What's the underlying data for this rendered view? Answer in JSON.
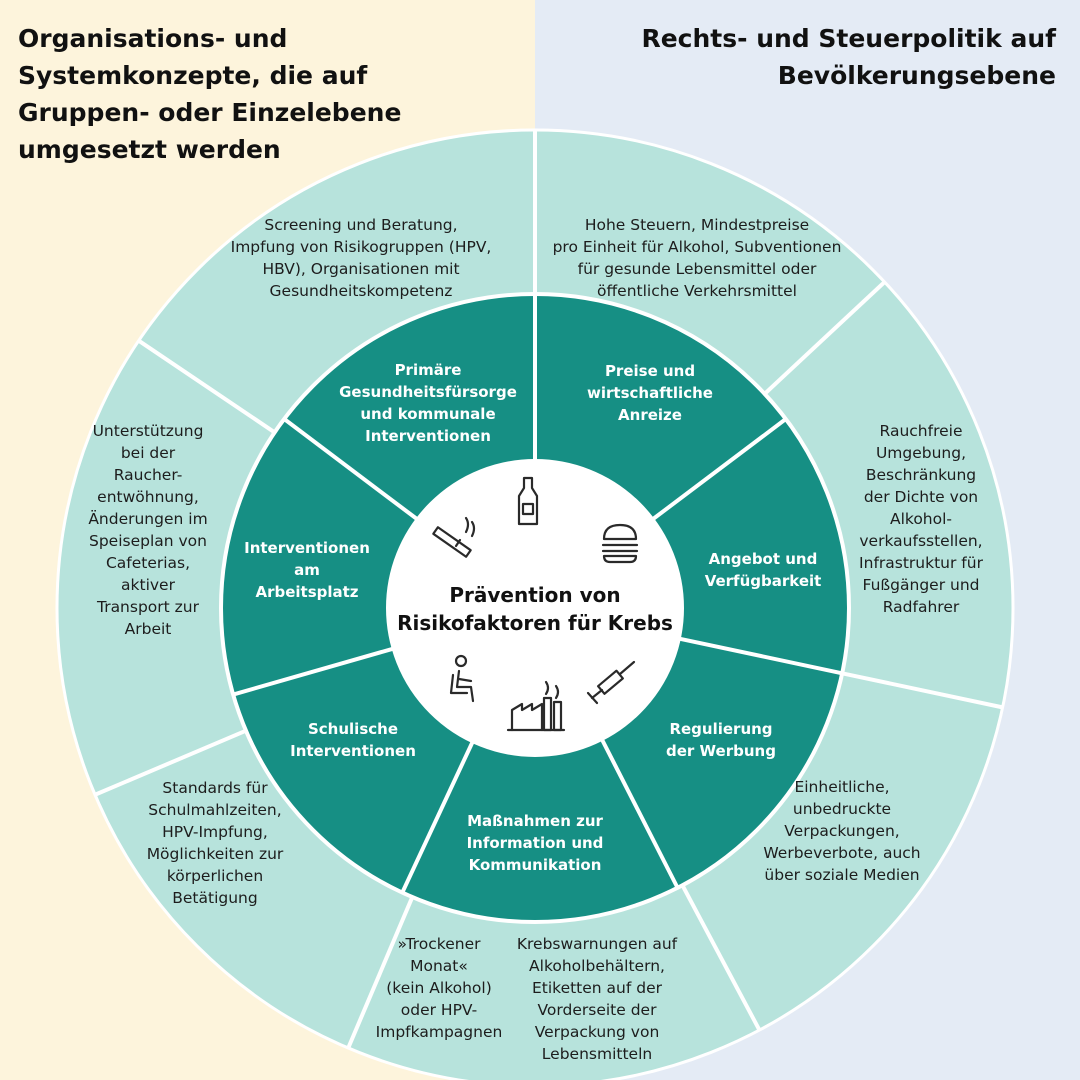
{
  "colors": {
    "left_background": "#fdf4dc",
    "right_background": "#e4ebf5",
    "outer_ring": "#b7e3dc",
    "inner_ring": "#168f84",
    "center": "#ffffff",
    "dividers": "#ffffff"
  },
  "headings": {
    "left": [
      "Organisations- und",
      "Systemkonzepte, die auf",
      "Gruppen- oder Einzelebene",
      "umgesetzt werden"
    ],
    "right": [
      "Rechts- und Steuerpolitik auf",
      "Bevölkerungsebene"
    ]
  },
  "center": {
    "title": [
      "Prävention von",
      "Risikofaktoren für Krebs"
    ],
    "icons": [
      "bottle-icon",
      "burger-icon",
      "syringe-icon",
      "factory-icon",
      "sitting-person-icon",
      "cigarette-icon"
    ]
  },
  "inner_segments": [
    {
      "name": "preise",
      "label": [
        "Preise und",
        "wirtschaftliche",
        "Anreize"
      ]
    },
    {
      "name": "angebot",
      "label": [
        "Angebot und",
        "Verfügbarkeit"
      ]
    },
    {
      "name": "werbung",
      "label": [
        "Regulierung",
        "der Werbung"
      ]
    },
    {
      "name": "information",
      "label": [
        "Maßnahmen zur",
        "Information und",
        "Kommunikation"
      ]
    },
    {
      "name": "schule",
      "label": [
        "Schulische",
        "Interventionen"
      ]
    },
    {
      "name": "arbeitsplatz",
      "label": [
        "Interventionen",
        "am",
        "Arbeitsplatz"
      ]
    },
    {
      "name": "primaer",
      "label": [
        "Primäre",
        "Gesundheitsfürsorge",
        "und kommunale",
        "Interventionen"
      ]
    }
  ],
  "outer_segments": [
    {
      "name": "steuern",
      "text": [
        "Hohe Steuern, Mindestpreise",
        "pro Einheit für Alkohol, Subventionen",
        "für gesunde Lebensmittel oder",
        "öffentliche Verkehrsmittel"
      ]
    },
    {
      "name": "umgebung",
      "text": [
        "Rauchfreie",
        "Umgebung,",
        "Beschränkung",
        "der Dichte von",
        "Alkohol-",
        "verkaufsstellen,",
        "Infrastruktur für",
        "Fußgänger und",
        "Radfahrer"
      ]
    },
    {
      "name": "verpackungen",
      "text": [
        "Einheitliche,",
        "unbedruckte",
        "Verpackungen,",
        "Werbeverbote, auch",
        "über soziale Medien"
      ]
    },
    {
      "name": "warnungen",
      "text": [
        "Krebswarnungen auf",
        "Alkoholbehältern,",
        "Etiketten auf der",
        "Vorderseite der",
        "Verpackung von",
        "Lebensmitteln"
      ]
    },
    {
      "name": "kampagnen",
      "text": [
        "»Trockener",
        "Monat«",
        "(kein Alkohol)",
        "oder HPV-",
        "Impfkampagnen"
      ]
    },
    {
      "name": "schulmahlzeiten",
      "text": [
        "Standards für",
        "Schulmahlzeiten,",
        "HPV-Impfung,",
        "Möglichkeiten zur",
        "körperlichen",
        "Betätigung"
      ]
    },
    {
      "name": "raucherentwoehnung",
      "text": [
        "Unterstützung",
        "bei der",
        "Raucher-",
        "entwöhnung,",
        "Änderungen im",
        "Speiseplan von",
        "Cafeterias,",
        "aktiver",
        "Transport zur",
        "Arbeit"
      ]
    },
    {
      "name": "screening",
      "text": [
        "Screening und Beratung,",
        "Impfung von Risikogruppen (HPV,",
        "HBV), Organisationen mit",
        "Gesundheitskompetenz"
      ]
    }
  ]
}
